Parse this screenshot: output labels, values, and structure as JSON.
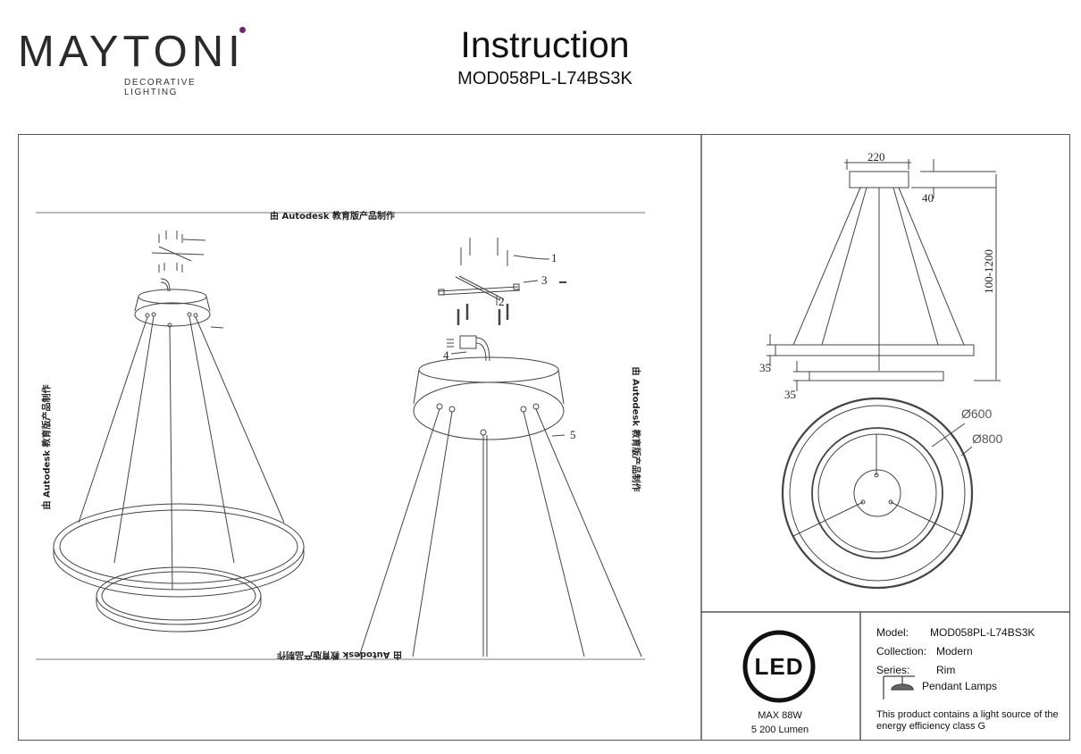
{
  "brand": {
    "name": "MAYTONI",
    "tagline": "DECORATIVE LIGHTING",
    "accent": "#6b2a6e"
  },
  "header": {
    "title": "Instruction",
    "model_code": "MOD058PL-L74BS3K"
  },
  "watermark": {
    "text": "由 Autodesk 教育版产品制作"
  },
  "callouts": [
    "1",
    "2",
    "3",
    "4",
    "5"
  ],
  "dimensions": {
    "canopy_width": "220",
    "canopy_height": "40",
    "drop_range": "100-1200",
    "ring_upper_height": "35",
    "ring_lower_height": "35",
    "inner_diameter": "Ø600",
    "outer_diameter": "Ø800"
  },
  "led": {
    "badge": "LED",
    "max_power": "MAX 88W",
    "lumen": "5 200 Lumen"
  },
  "specs": {
    "model_label": "Model:",
    "model_value": "MOD058PL-L74BS3K",
    "collection_label": "Collection:",
    "collection_value": "Modern",
    "series_label": "Series:",
    "series_value": "Rim",
    "type_value": "Pendant Lamps",
    "energy_note_1": "This product contains a light source of the",
    "energy_note_2": "energy efficiency class G"
  },
  "icons": {
    "pendant_lamp": "pendant-lamp-icon"
  }
}
